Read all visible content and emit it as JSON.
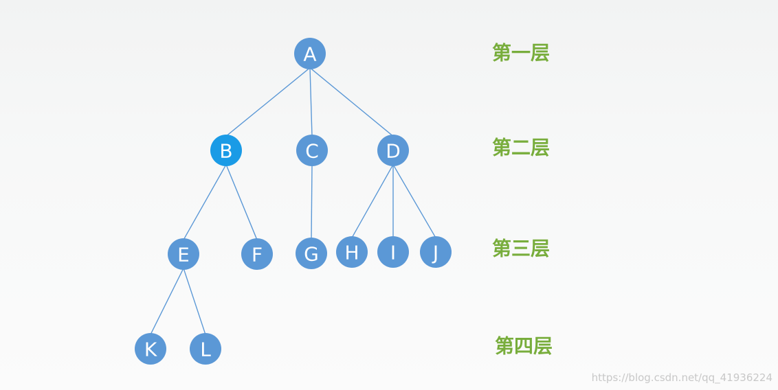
{
  "diagram": {
    "nodes": [
      {
        "id": "A",
        "label": "A",
        "color": "#5b98d6"
      },
      {
        "id": "B",
        "label": "B",
        "color": "#1a9be6"
      },
      {
        "id": "C",
        "label": "C",
        "color": "#5b98d6"
      },
      {
        "id": "D",
        "label": "D",
        "color": "#5b98d6"
      },
      {
        "id": "E",
        "label": "E",
        "color": "#5b98d6"
      },
      {
        "id": "F",
        "label": "F",
        "color": "#5b98d6"
      },
      {
        "id": "G",
        "label": "G",
        "color": "#5b98d6"
      },
      {
        "id": "H",
        "label": "H",
        "color": "#5b98d6"
      },
      {
        "id": "I",
        "label": "I",
        "color": "#5b98d6"
      },
      {
        "id": "J",
        "label": "J",
        "color": "#5b98d6"
      },
      {
        "id": "K",
        "label": "K",
        "color": "#5b98d6"
      },
      {
        "id": "L",
        "label": "L",
        "color": "#5b98d6"
      }
    ],
    "edges": [
      [
        "A",
        "B"
      ],
      [
        "A",
        "C"
      ],
      [
        "A",
        "D"
      ],
      [
        "B",
        "E"
      ],
      [
        "B",
        "F"
      ],
      [
        "C",
        "G"
      ],
      [
        "D",
        "H"
      ],
      [
        "D",
        "I"
      ],
      [
        "D",
        "J"
      ],
      [
        "E",
        "K"
      ],
      [
        "E",
        "L"
      ]
    ],
    "levels": [
      "第一层",
      "第二层",
      "第三层",
      "第四层"
    ],
    "edge_color": "#5b98d6",
    "level_label_color": "#78ad3c"
  },
  "watermark": "https://blog.csdn.net/qq_41936224"
}
